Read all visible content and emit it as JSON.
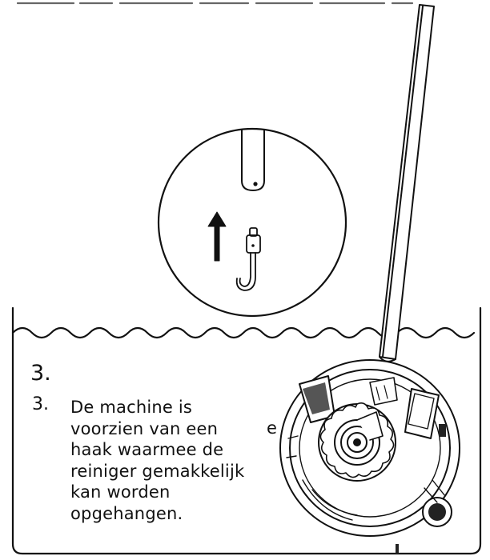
{
  "step": {
    "number": "3.",
    "number_repeat": "3.",
    "lines": [
      "De machine is",
      "voorzien van een",
      "haak waarmee de",
      "reiniger gemakkelijk",
      "kan worden",
      "opgehangen."
    ],
    "stray_letter": "e"
  },
  "colors": {
    "ink": "#111111",
    "background": "#ffffff"
  },
  "icons": [
    "magnifier-circle",
    "up-arrow-icon",
    "hook-icon",
    "cleaning-pole",
    "pool-robot",
    "water-surface"
  ]
}
